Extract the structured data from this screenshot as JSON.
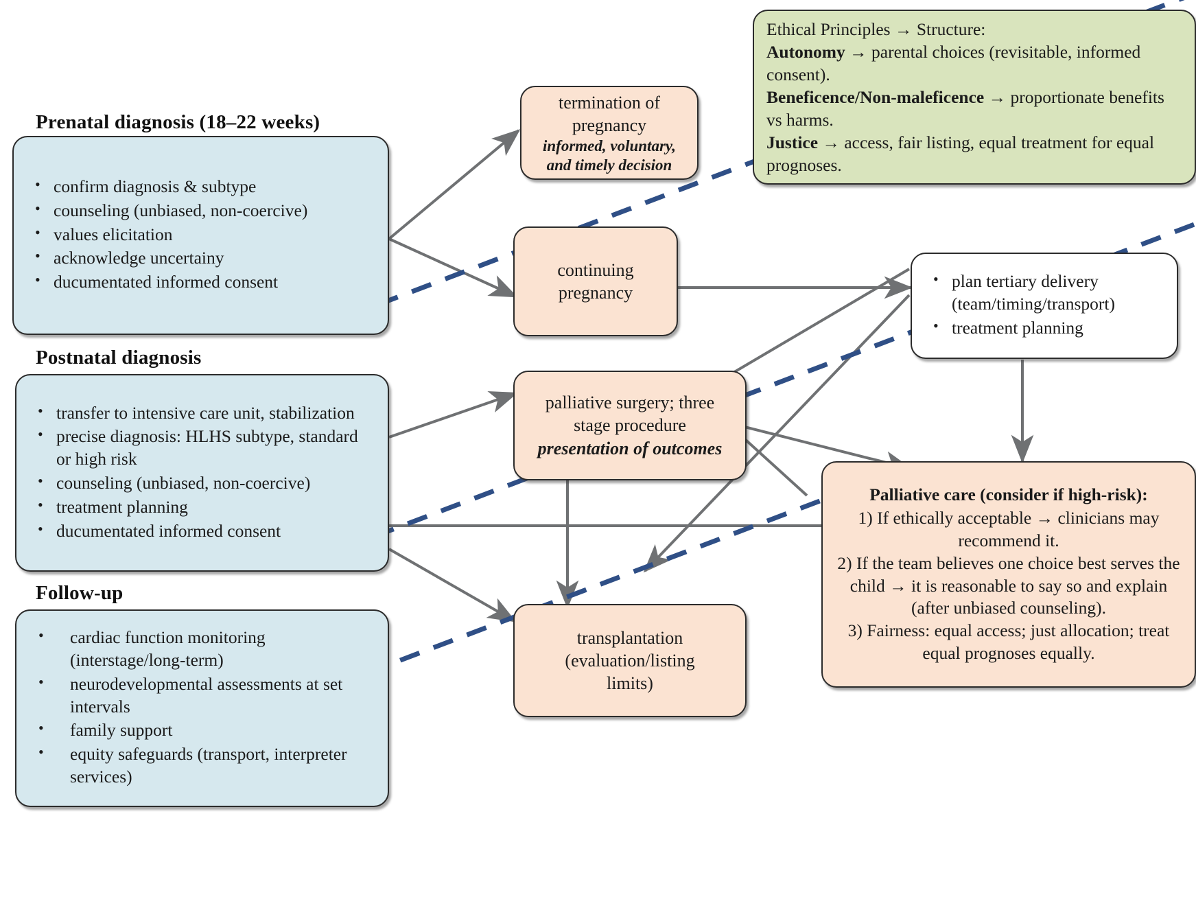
{
  "diagram": {
    "title_prenatal": "Prenatal diagnosis (18–22 weeks)",
    "title_postnatal": "Postnatal diagnosis",
    "title_followup": "Follow-up",
    "colors": {
      "blue_box": "#d6e8ee",
      "peach_box": "#fbe3d2",
      "green_box": "#d9e4bd",
      "white_box": "#ffffff",
      "arrow": "#6f7173",
      "dashed": "#2f4f86",
      "border": "#2b2b2b"
    }
  },
  "prenatal": {
    "items": [
      "confirm diagnosis & subtype",
      "counseling (unbiased, non-coercive)",
      "values elicitation",
      "acknowledge uncertainy",
      "ducumentated informed consent"
    ]
  },
  "postnatal": {
    "items": [
      "transfer to intensive care unit, stabilization",
      "precise diagnosis: HLHS subtype, standard or high risk",
      "counseling (unbiased, non-coercive)",
      "treatment planning",
      "ducumentated informed consent"
    ]
  },
  "followup": {
    "items": [
      "cardiac function monitoring (interstage/long-term)",
      "neurodevelopmental assessments at set intervals",
      "family support",
      "equity safeguards (transport, interpreter services)"
    ]
  },
  "termination": {
    "line1": "termination of",
    "line2": "pregnancy",
    "italic1": "informed, voluntary,",
    "italic2": "and timely decision"
  },
  "continuing": {
    "label": "continuing pregnancy"
  },
  "palliative_surgery": {
    "line1": "palliative surgery; three",
    "line2": "stage procedure",
    "italic": "presentation of outcomes"
  },
  "transplantation": {
    "line1": "transplantation",
    "line2": "(evaluation/listing",
    "line3": "limits)"
  },
  "tertiary": {
    "items": [
      "plan tertiary delivery (team/timing/transport)",
      "treatment planning"
    ]
  },
  "ethics": {
    "l1_a": "Ethical Principles → Structure:",
    "l2_bold": "Autonomy",
    "l2_rest": " → parental choices (revisitable, informed consent).",
    "l3_bold": "Beneficence/Non-maleficence",
    "l3_rest": " → proportionate benefits vs harms.",
    "l4_bold": "Justice",
    "l4_rest": " → access, fair listing, equal treatment for equal prognoses."
  },
  "palliative_care": {
    "heading": "Palliative care (consider if  high-risk):",
    "item1": "1) If ethically acceptable → clinicians may recommend it.",
    "item2": "2) If the team believes one choice best serves the child → it is reasonable to say so and explain (after unbiased counseling).",
    "item3": "3) Fairness: equal access; just allocation; treat equal prognoses equally."
  }
}
